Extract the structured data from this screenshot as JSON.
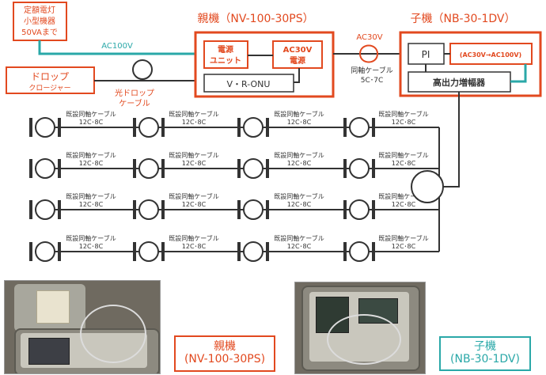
{
  "colors": {
    "red": "#e2491f",
    "teal": "#2aa8a8",
    "dark": "#333333"
  },
  "top": {
    "rated_box": [
      "定額電灯",
      "小型機器",
      "50VAまで"
    ],
    "ac100_label": "AC100V",
    "ac30_label": "AC30V",
    "drop_closure": {
      "title": "ドロップ",
      "sub": "クロージャー"
    },
    "optical_cable": [
      "光ドロップ",
      "ケーブル"
    ],
    "parent_title": "親機（NV-100-30PS）",
    "psu_unit": [
      "電源",
      "ユニット"
    ],
    "ac30_psu": [
      "AC30V",
      "電源"
    ],
    "vr_onu": "V・R-ONU",
    "coax_cable": [
      "同軸ケーブル",
      "5C･7C"
    ],
    "child_title": "子機（NB-30-1DV）",
    "pi": "PI",
    "converter": "(AC30V→AC100V)",
    "amplifier": "高出力増幅器"
  },
  "grid": {
    "cable_label": "既設同軸ケーブル",
    "cable_size": "12C･8C"
  },
  "captions": {
    "parent": [
      "親機",
      "(NV-100-30PS)"
    ],
    "child": [
      "子機",
      "(NB-30-1DV)"
    ]
  }
}
